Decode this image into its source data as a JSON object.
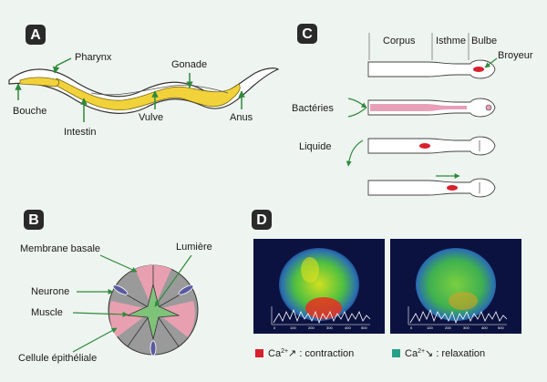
{
  "panels": {
    "a": {
      "letter": "A",
      "labels": {
        "pharynx": "Pharynx",
        "gonade": "Gonade",
        "bouche": "Bouche",
        "intestin": "Intestin",
        "vulve": "Vulve",
        "anus": "Anus"
      }
    },
    "b": {
      "letter": "B",
      "labels": {
        "membrane": "Membrane basale",
        "lumiere": "Lumière",
        "neurone": "Neurone",
        "muscle": "Muscle",
        "cellule": "Cellule épithéliale"
      }
    },
    "c": {
      "letter": "C",
      "labels": {
        "corpus": "Corpus",
        "isthme": "Isthme",
        "bulbe": "Bulbe",
        "broyeur": "Broyeur",
        "bacteries": "Bactéries",
        "liquide": "Liquide"
      }
    },
    "d": {
      "letter": "D",
      "tick_labels": [
        "0",
        "100",
        "200",
        "300",
        "400",
        "500"
      ],
      "legend": {
        "contraction": {
          "ion": "Ca",
          "charge": "2+",
          "arrow": "↗",
          "text": " : contraction",
          "color": "#d8202c"
        },
        "relaxation": {
          "ion": "Ca",
          "charge": "2+",
          "arrow": "↘",
          "text": " : relaxation",
          "color": "#27a08a"
        }
      }
    }
  },
  "colors": {
    "background": "#eef4f0",
    "panel_badge": "#2a2a2a",
    "arrow_green": "#2f8a3a",
    "intestine_yellow": "#f2d23a",
    "pharynx_pink": "#d8202c",
    "bacteria_pink": "#e8a0b8",
    "muscle_green": "#7fc27a",
    "epithelium_pink": "#e8a0b0",
    "sector_gray": "#9a9a9a"
  }
}
